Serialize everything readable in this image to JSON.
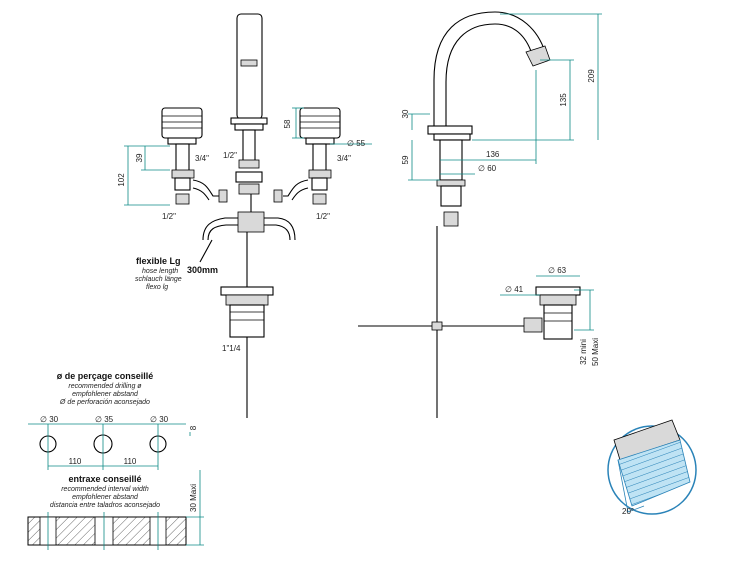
{
  "front": {
    "d_102": "102",
    "d_39": "39",
    "d_58": "58",
    "d_55": "∅ 55",
    "t_34_left": "3/4\"",
    "t_12_center": "1/2\"",
    "t_34_right": "3/4\"",
    "t_12_left_bottom": "1/2\"",
    "t_12_right_bottom": "1/2\"",
    "flex_title": "flexible Lg",
    "flex_en": "hose length",
    "flex_de": "schlauch länge",
    "flex_es": "flexo lg",
    "flex_len": "300mm",
    "waste_size": "1\"1/4"
  },
  "side": {
    "d_30": "30",
    "d_59": "59",
    "d_136": "136",
    "d_60": "∅ 60",
    "d_135": "135",
    "d_209": "209"
  },
  "waste": {
    "d_63": "∅ 63",
    "d_41": "∅ 41",
    "d_32": "32 mini",
    "d_50": "50 Maxi"
  },
  "drilling": {
    "title": "ø de perçage conseillé",
    "line_en": "recommended drilling ø",
    "line_de": "empfohlener abstand",
    "line_es": "Ø de perforación aconsejado",
    "h1": "∅ 30",
    "h2": "∅ 35",
    "h3": "∅ 30",
    "gap1": "110",
    "gap2": "110",
    "d_8": "8"
  },
  "interval": {
    "title": "entraxe conseillé",
    "line_en": "recommended interval width",
    "line_de": "empfohlener abstand",
    "line_es": "distancia entre taladros aconsejado",
    "d_max": "30 Maxi"
  },
  "aerator": {
    "angle": "20°"
  }
}
